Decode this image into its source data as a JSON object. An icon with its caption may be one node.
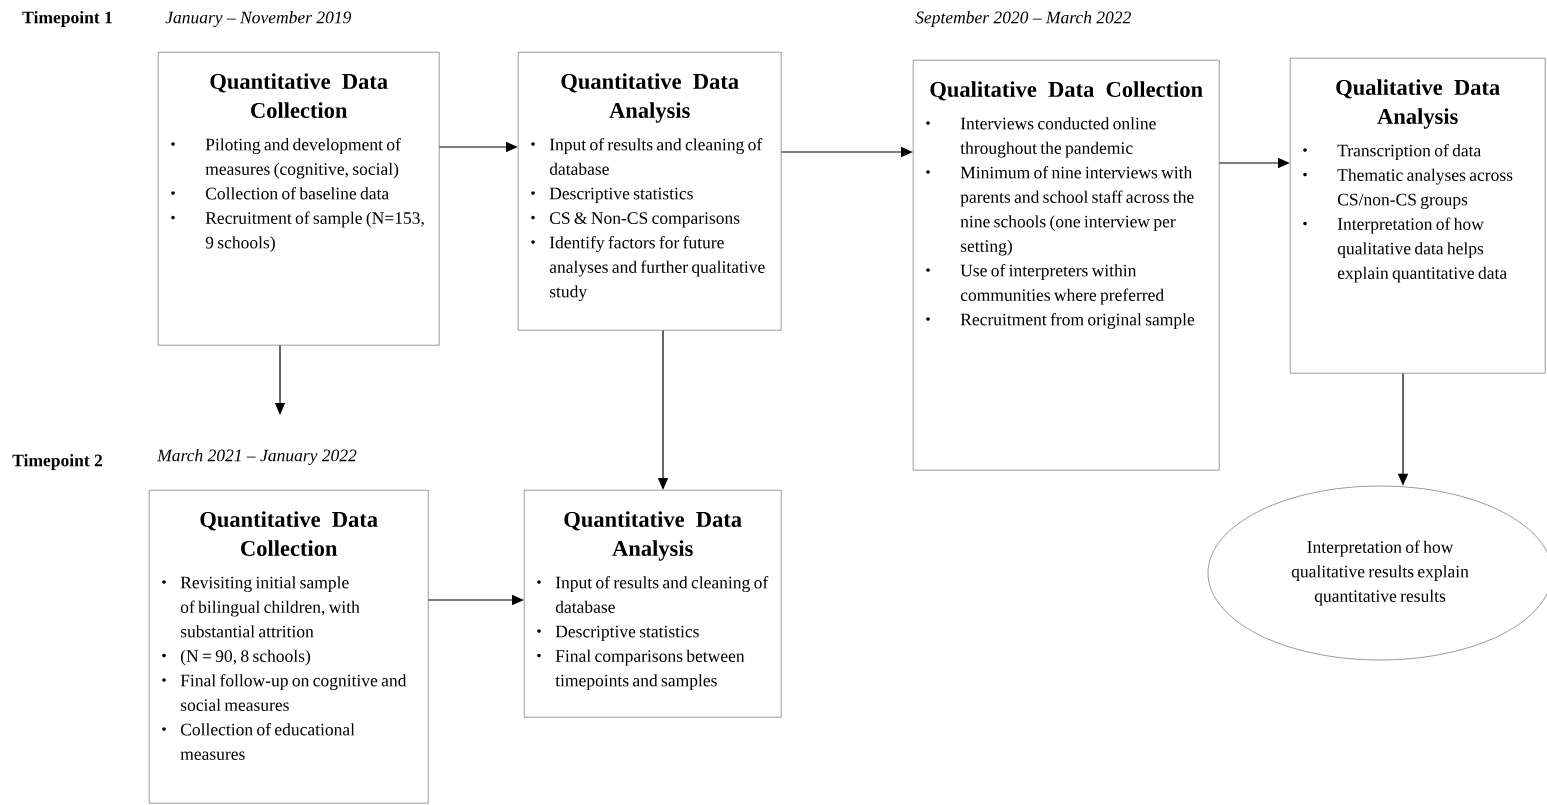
{
  "diagram": {
    "nodes": [
      {
        "text": [
          "Quantitative Data Collection",
          "Piloting and development of measures (cognitive, social)",
          "Collection of baseline data",
          "Recruitment of sample (N=153, 9 schools)"
        ]
      },
      {
        "text": [
          "Quantitative Data Analysis",
          "Input of results and cleaning of database",
          "Descriptive statistics",
          "CS & Non-CS comparisons",
          "Identify factors for future analyses and further qualitative study"
        ]
      },
      {
        "text": [
          "Qualitative Data Collection",
          "Interviews conducted online throughout the pandemic",
          "Minimum of nine interviews with parents and school staff across the nine schools (one interview per setting)",
          "Use of interpreters within communities where preferred",
          "Recruitment from original sample"
        ]
      },
      {
        "text": [
          "Qualitative Data Analysis",
          "Transcription of data",
          "Thematic analyses across CS/non-CS groups",
          "Interpretation of how qualitative data helps explain quantitative data"
        ]
      },
      {
        "text": [
          "Quantitative Data Collection",
          "Revisiting initial sample of bilingual children, with substantial attrition",
          "(N = 90, 8 schools)",
          "Final follow-up on cognitive and social measures",
          "Collection of educational measures"
        ]
      },
      {
        "text": [
          "Quantitative Data Analysis",
          "Input of results and cleaning of database",
          "Descriptive statistics",
          "Final comparisons between timepoints and samples"
        ]
      },
      {
        "text": [
          "Interpretation of how qualitative results explain quantitative results"
        ]
      }
    ],
    "edges": [
      {
        "from": 0,
        "to": 1,
        "arrow": "to"
      },
      {
        "from": 1,
        "to": 2,
        "arrow": "to"
      },
      {
        "from": 2,
        "to": 3,
        "arrow": "to"
      },
      {
        "from": 0,
        "to": null,
        "arrow": "to"
      },
      {
        "from": 1,
        "to": 5,
        "arrow": "to"
      },
      {
        "from": 4,
        "to": 5,
        "arrow": "to"
      },
      {
        "from": 3,
        "to": 6,
        "arrow": "to"
      }
    ],
    "labels": [
      "Timepoint 1",
      "January – November 2019",
      "September 2020 – March 2022",
      "Timepoint 2",
      "March 2021 – January 2022"
    ]
  }
}
